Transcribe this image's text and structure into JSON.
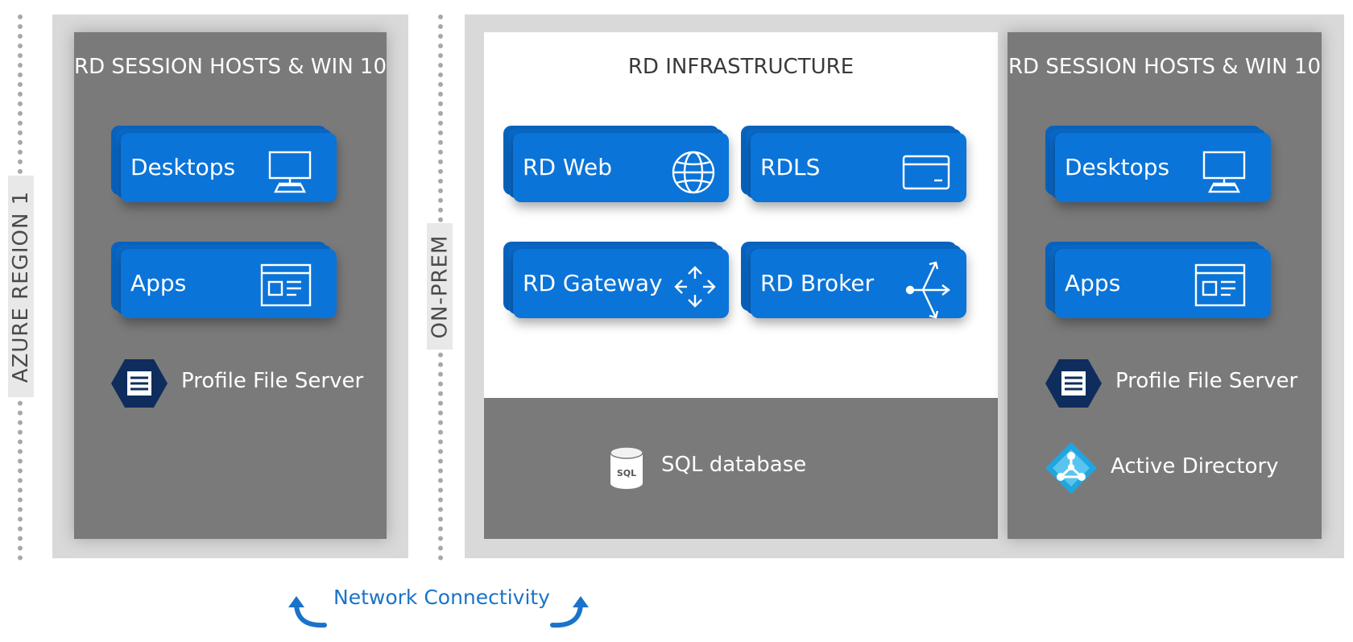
{
  "side_labels": {
    "azure": "AZURE REGION 1",
    "onprem": "ON-PREM"
  },
  "left_panel": {
    "title": "RD SESSION HOSTS & WIN 10",
    "tiles": [
      {
        "label": "Desktops",
        "icon": "monitor-icon"
      },
      {
        "label": "Apps",
        "icon": "app-window-icon"
      }
    ],
    "profile": {
      "label": "Profile File Server",
      "icon": "file-server-icon"
    }
  },
  "infra_panel": {
    "title": "RD INFRASTRUCTURE",
    "tiles": [
      {
        "label": "RD Web",
        "icon": "globe-icon"
      },
      {
        "label": "RDLS",
        "icon": "card-icon"
      },
      {
        "label": "RD Gateway",
        "icon": "move-arrows-icon"
      },
      {
        "label": "RD Broker",
        "icon": "broker-arrows-icon"
      }
    ],
    "sql": {
      "label": "SQL database",
      "icon_text": "SQL",
      "icon": "sql-database-icon"
    }
  },
  "right_panel": {
    "title": "RD SESSION HOSTS & WIN 10",
    "tiles": [
      {
        "label": "Desktops",
        "icon": "monitor-icon"
      },
      {
        "label": "Apps",
        "icon": "app-window-icon"
      }
    ],
    "profile": {
      "label": "Profile File Server",
      "icon": "file-server-icon"
    },
    "active_directory": {
      "label": "Active Directory",
      "icon": "active-directory-icon"
    }
  },
  "network": {
    "label": "Network Connectivity",
    "icon": "curved-arrow-icon"
  },
  "colors": {
    "tile_blue": "#0b74d8",
    "panel_gray": "#7a7a7a",
    "outer_gray": "#d9d9d9",
    "link_blue": "#1a73c9",
    "server_navy": "#0f2d5c"
  }
}
